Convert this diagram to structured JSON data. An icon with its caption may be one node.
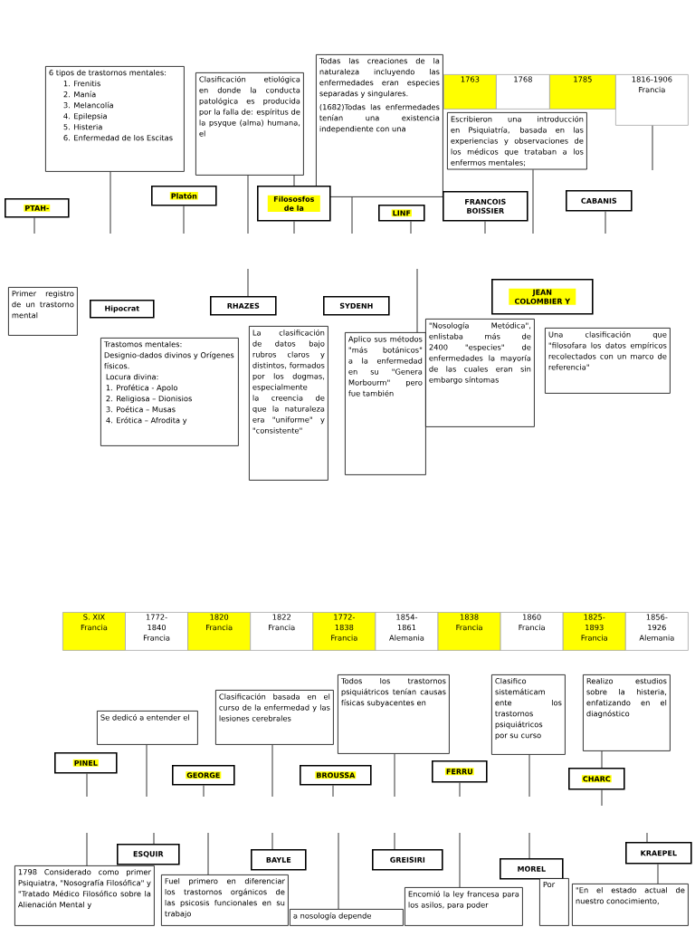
{
  "diagram": {
    "nodes": [
      {
        "text": [
          "6 tipos de trastornos mentales:",
          "1. Frenitis",
          "2. Manía",
          "3. Melancolía",
          "4. Epilepsia",
          "5. Histeria",
          "6. Enfermedad de los Escitas"
        ]
      },
      {
        "text": [
          "Clasificación etiológica en donde la conducta patológica es producida por la falla de: espíritus de la psyque (alma) humana, el"
        ]
      },
      {
        "text": [
          "Todas las creaciones de la naturaleza incluyendo las enfermedades eran especies separadas y singulares.",
          "(1682)Todas las enfermedades tenían una existencia independiente con una"
        ]
      },
      {
        "text": [
          "1763"
        ]
      },
      {
        "text": [
          "1768"
        ]
      },
      {
        "text": [
          "1785"
        ]
      },
      {
        "text": [
          "1816-1906 Francia"
        ]
      },
      {
        "text": [
          "Escribieron una introducción en Psiquiatría, basada en las experiencias y observaciones de los médicos que trataban a los enfermos mentales;"
        ]
      },
      {
        "text": [
          "PTAH-"
        ]
      },
      {
        "text": [
          "Platón"
        ]
      },
      {
        "text": [
          "Filososfos de la"
        ]
      },
      {
        "text": [
          "LINF"
        ]
      },
      {
        "text": [
          "FRANCOIS BOISSIER"
        ]
      },
      {
        "text": [
          "CABANIS"
        ]
      },
      {
        "text": [
          "Primer registro de un trastorno mental"
        ]
      },
      {
        "text": [
          "Hipocrat"
        ]
      },
      {
        "text": [
          "RHAZES"
        ]
      },
      {
        "text": [
          "SYDENH"
        ]
      },
      {
        "text": [
          "JEAN COLOMBIER Y"
        ]
      },
      {
        "text": [
          "Trastomos mentales: Designio-dados divinos y Orígenes físicos.",
          "Locura divina:",
          "1. Profética - Apolo",
          "2. Religiosa – Dionisios",
          "3. Poética – Musas",
          "4. Erótica – Afrodita y"
        ]
      },
      {
        "text": [
          "La clasificación de datos bajo rubros claros y distintos, formados por los dogmas, especialmente la creencia de que la naturaleza era \"uniforme\" y \"consistente\""
        ]
      },
      {
        "text": [
          "Aplico sus métodos \"más botánicos\" a la enfermedad en su \"Genera Morbourm\" pero fue también"
        ]
      },
      {
        "text": [
          "\"Nosología Metódica\", enlistaba más de 2400 \"especies\" de enfermedades la mayoría de las cuales eran sin embargo síntomas"
        ]
      },
      {
        "text": [
          "Una clasificación que \"filosofara los datos empíricos recolectados con un marco de referencia\""
        ]
      },
      {
        "text": [
          "S. XIX Francia"
        ]
      },
      {
        "text": [
          "1772- 1840 Francia"
        ]
      },
      {
        "text": [
          "1820 Francia"
        ]
      },
      {
        "text": [
          "1822 Francia"
        ]
      },
      {
        "text": [
          "1772- 1838 Francia"
        ]
      },
      {
        "text": [
          "1854- 1861 Alemania"
        ]
      },
      {
        "text": [
          "1838 Francia"
        ]
      },
      {
        "text": [
          "1860 Francia"
        ]
      },
      {
        "text": [
          "1825- 1893 Francia"
        ]
      },
      {
        "text": [
          "1856- 1926 Alemania"
        ]
      },
      {
        "text": [
          "Se dedicó a entender el"
        ]
      },
      {
        "text": [
          "Clasificación basada en el curso de la enfermedad y las lesiones cerebrales"
        ]
      },
      {
        "text": [
          "Todos los trastornos psiquiátricos tenían causas físicas subyacentes en"
        ]
      },
      {
        "text": [
          "Clasifico sistemáticam ente los trastornos psiquiátricos por su curso"
        ]
      },
      {
        "text": [
          "Realizo estudios sobre la histeria, enfatizando en el diagnóstico"
        ]
      },
      {
        "text": [
          "PINEL"
        ]
      },
      {
        "text": [
          "GEORGE"
        ]
      },
      {
        "text": [
          "BROUSSA"
        ]
      },
      {
        "text": [
          "FERRU"
        ]
      },
      {
        "text": [
          "CHARC"
        ]
      },
      {
        "text": [
          "ESQUIR"
        ]
      },
      {
        "text": [
          "BAYLE"
        ]
      },
      {
        "text": [
          "GREISIRI"
        ]
      },
      {
        "text": [
          "MOREL"
        ]
      },
      {
        "text": [
          "KRAEPEL"
        ]
      },
      {
        "text": [
          "1798 Considerado como primer Psiquiatra, \"Nosografía Filosófica\" y \"Tratado Médico Filosófico sobre la Alienación Mental y"
        ]
      },
      {
        "text": [
          "Fuel primero en diferenciar los trastornos orgánicos de las psicosis funcionales en su trabajo"
        ]
      },
      {
        "text": [
          "a nosología depende"
        ]
      },
      {
        "text": [
          "Encomió la ley francesa para los asilos, para poder"
        ]
      },
      {
        "text": [
          "Por"
        ]
      },
      {
        "text": [
          "\"En el estado actual de nuestro conocimiento,"
        ]
      }
    ],
    "edges": [
      {
        "from": 8,
        "to": null,
        "arrow": "none"
      },
      {
        "from": 0,
        "to": null,
        "arrow": "none"
      },
      {
        "from": 9,
        "to": null,
        "arrow": "none"
      },
      {
        "from": 1,
        "to": null,
        "arrow": "none"
      },
      {
        "from": 1,
        "to": 10,
        "arrow": "none"
      },
      {
        "from": 10,
        "to": null,
        "arrow": "none"
      },
      {
        "from": 2,
        "to": null,
        "arrow": "none"
      },
      {
        "from": 11,
        "to": null,
        "arrow": "none"
      },
      {
        "from": 12,
        "to": null,
        "arrow": "none"
      },
      {
        "from": 7,
        "to": null,
        "arrow": "none"
      },
      {
        "from": 13,
        "to": null,
        "arrow": "none"
      },
      {
        "from": 6,
        "to": null,
        "arrow": "none"
      },
      {
        "from": null,
        "to": 16,
        "arrow": "none"
      },
      {
        "from": null,
        "to": 21,
        "arrow": "none"
      },
      {
        "from": 39,
        "to": null,
        "arrow": "none"
      },
      {
        "from": 34,
        "to": null,
        "arrow": "none"
      },
      {
        "from": 40,
        "to": null,
        "arrow": "none"
      },
      {
        "from": 35,
        "to": null,
        "arrow": "none"
      },
      {
        "from": 41,
        "to": null,
        "arrow": "none"
      },
      {
        "from": 36,
        "to": null,
        "arrow": "none"
      },
      {
        "from": 42,
        "to": null,
        "arrow": "none"
      },
      {
        "from": 37,
        "to": null,
        "arrow": "none"
      },
      {
        "from": 38,
        "to": 43,
        "arrow": "none"
      },
      {
        "from": 43,
        "to": null,
        "arrow": "none"
      },
      {
        "from": null,
        "to": 49,
        "arrow": "none"
      },
      {
        "from": null,
        "to": 44,
        "arrow": "none"
      },
      {
        "from": null,
        "to": 50,
        "arrow": "none"
      },
      {
        "from": null,
        "to": 45,
        "arrow": "none"
      },
      {
        "from": null,
        "to": 51,
        "arrow": "none"
      },
      {
        "from": null,
        "to": 46,
        "arrow": "none"
      },
      {
        "from": null,
        "to": 52,
        "arrow": "none"
      },
      {
        "from": null,
        "to": 47,
        "arrow": "none"
      },
      {
        "from": null,
        "to": 48,
        "arrow": "none"
      },
      {
        "from": 48,
        "to": 54,
        "arrow": "none"
      }
    ]
  }
}
